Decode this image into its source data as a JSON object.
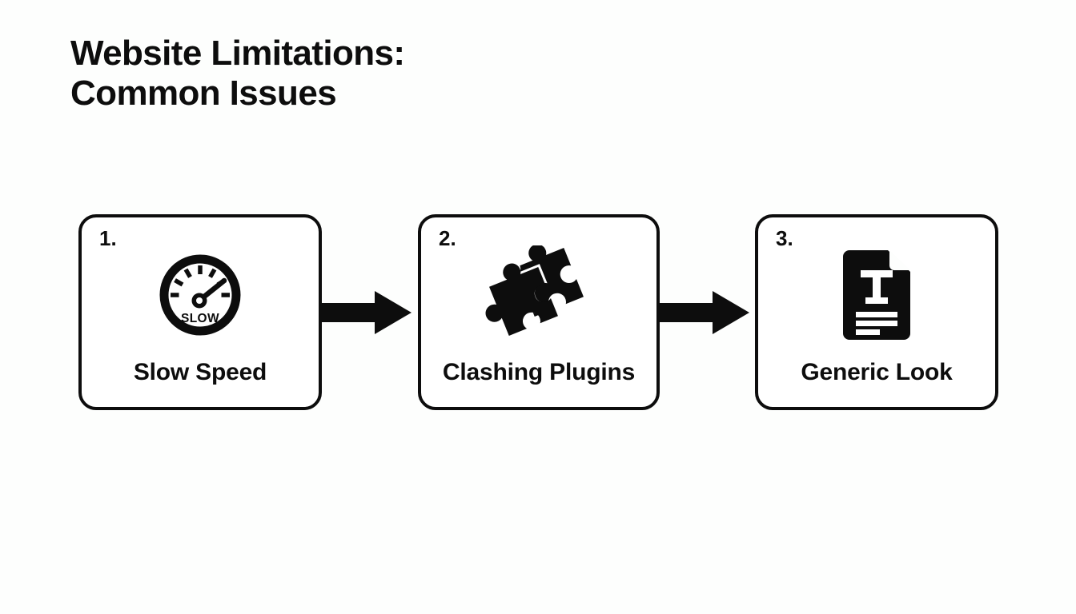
{
  "slide": {
    "title_lines": [
      "Website Limitations:",
      "Common Issues"
    ],
    "background_color": "#fdfefd",
    "ink_color": "#0d0d0d"
  },
  "flow": {
    "connector_icon": "arrow-right-icon",
    "steps": [
      {
        "number": "1.",
        "label": "Slow Speed",
        "icon": "speedometer-gauge-icon",
        "icon_text": "SLOW"
      },
      {
        "number": "2.",
        "label": "Clashing Plugins",
        "icon": "puzzle-pieces-icon",
        "icon_text": ""
      },
      {
        "number": "3.",
        "label": "Generic Look",
        "icon": "text-document-icon",
        "icon_text": "T"
      }
    ]
  }
}
